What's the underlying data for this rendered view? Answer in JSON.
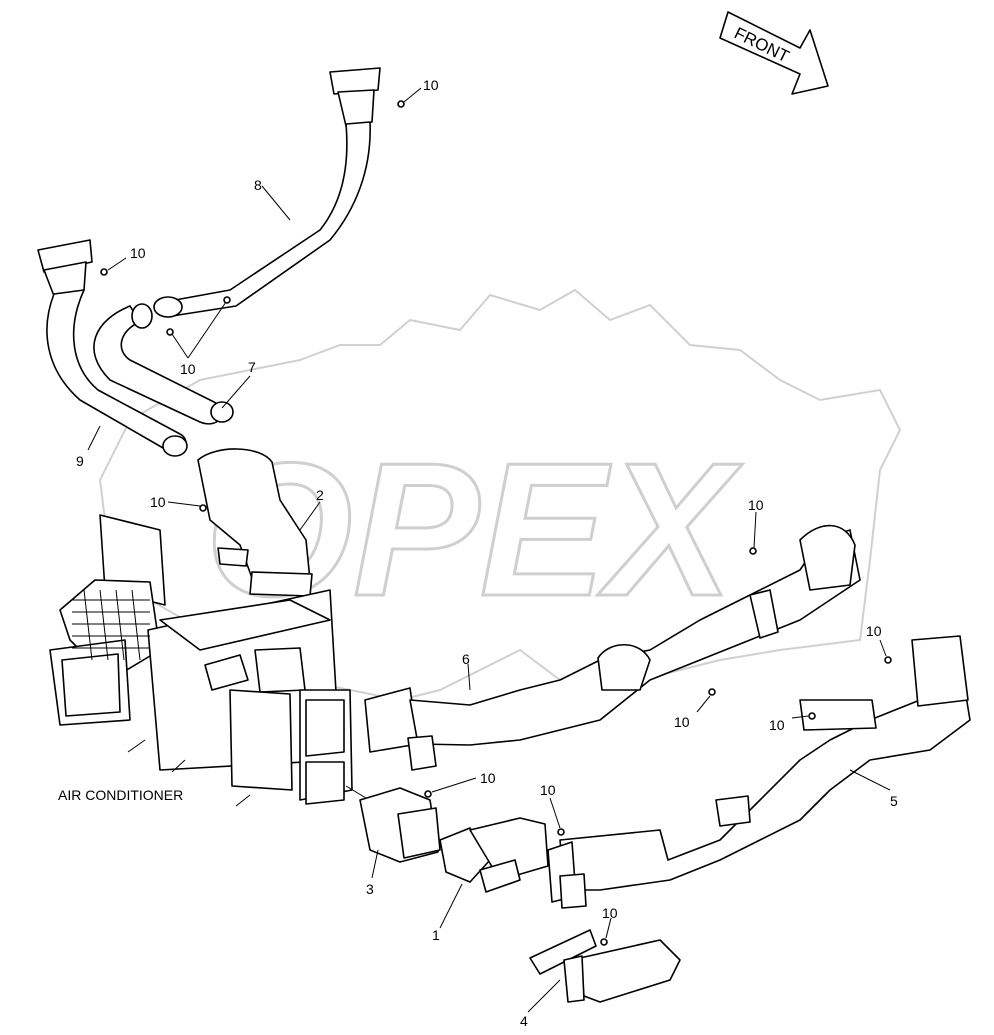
{
  "diagram": {
    "front_label": "FRONT",
    "ac_label": "AIR CONDITIONER",
    "watermark": "OPEX",
    "callouts": {
      "c1": "1",
      "c2": "2",
      "c3": "3",
      "c4": "4",
      "c5": "5",
      "c6": "6",
      "c7": "7",
      "c8": "8",
      "c9": "9",
      "c10a": "10",
      "c10b": "10",
      "c10c": "10",
      "c10d": "10",
      "c10e": "10",
      "c10f": "10",
      "c10g": "10",
      "c10h": "10",
      "c10i": "10",
      "c10j": "10"
    }
  }
}
